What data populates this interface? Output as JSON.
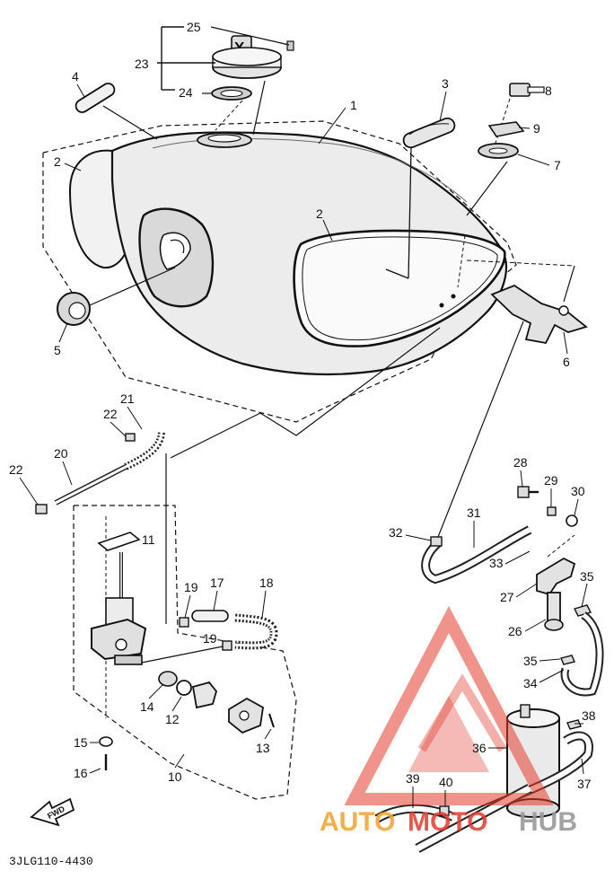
{
  "diagram": {
    "part_numbers": [
      "1",
      "2",
      "2",
      "3",
      "4",
      "5",
      "6",
      "7",
      "8",
      "9",
      "10",
      "11",
      "12",
      "13",
      "14",
      "15",
      "16",
      "17",
      "18",
      "19",
      "19",
      "20",
      "21",
      "22",
      "22",
      "23",
      "24",
      "25",
      "26",
      "27",
      "28",
      "29",
      "30",
      "31",
      "32",
      "33",
      "34",
      "35",
      "35",
      "36",
      "37",
      "38",
      "39",
      "40"
    ],
    "drawing_code": "3JLG110-4430",
    "direction_tag": "FWD",
    "tank_cap_mark": "Y"
  },
  "watermark": {
    "part1": "AUTO",
    "part2": "MOTO",
    "part3": "HUB",
    "colors": {
      "red": "#e23a2c",
      "orange": "#f3a02c",
      "gray": "#9a9a9a"
    }
  }
}
